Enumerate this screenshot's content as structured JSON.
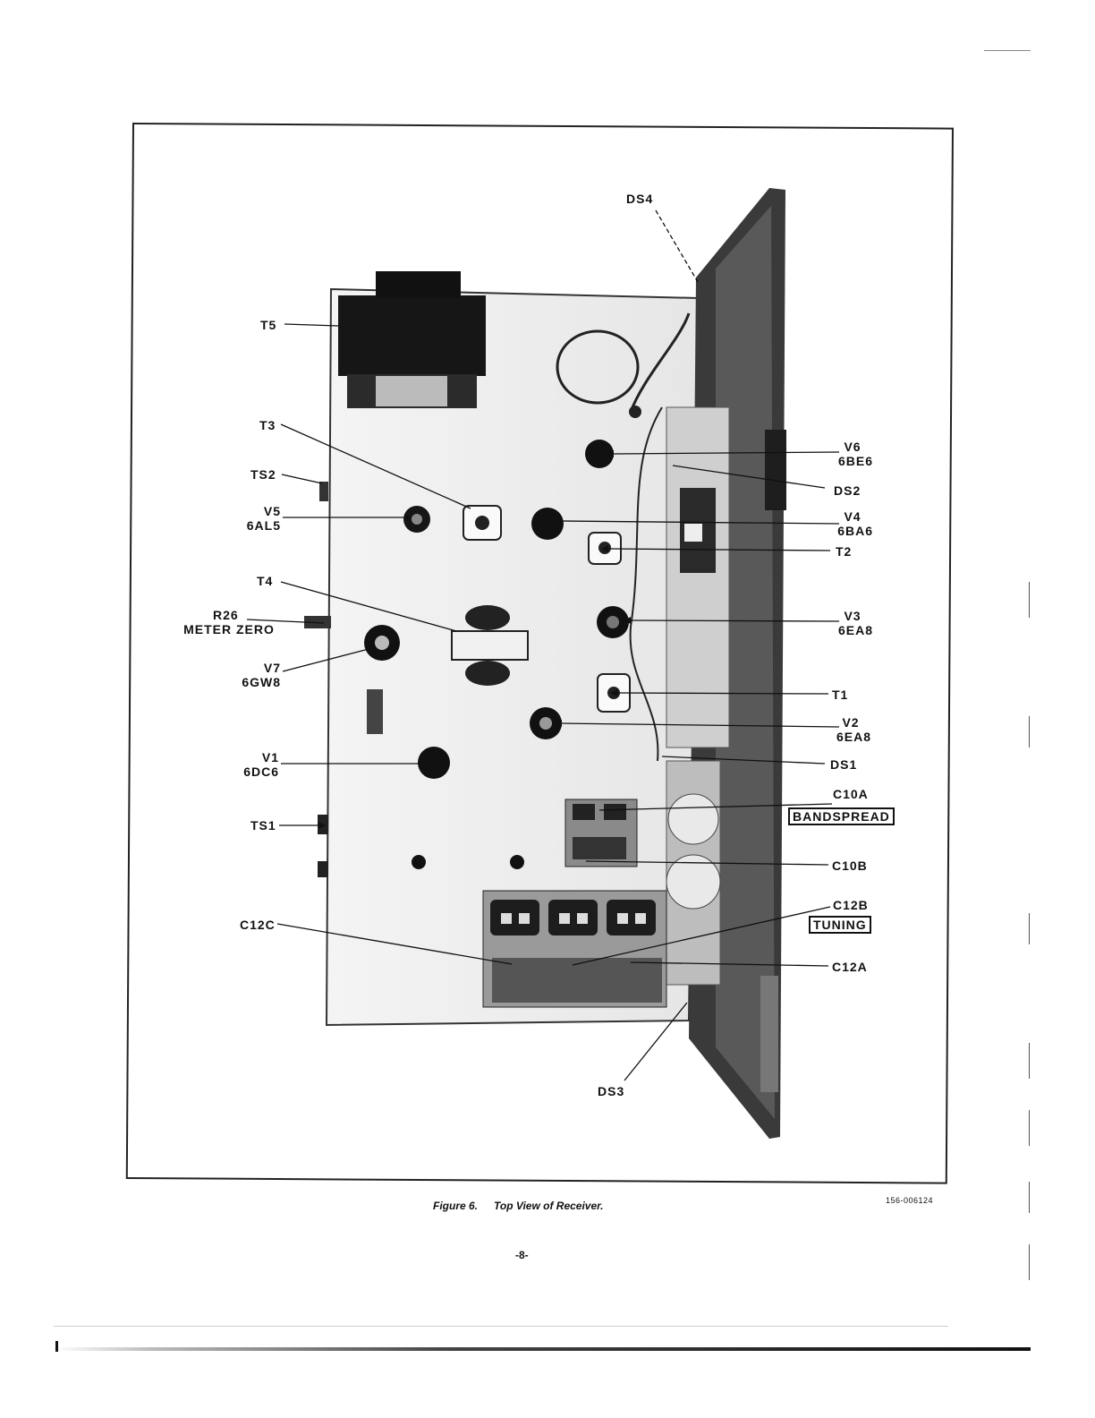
{
  "labels": {
    "ds4": "DS4",
    "t5": "T5",
    "t3": "T3",
    "ts2": "TS2",
    "v5": "V5",
    "v5_type": "6AL5",
    "t4": "T4",
    "r26": "R26",
    "r26_name": "METER ZERO",
    "v7": "V7",
    "v7_type": "6GW8",
    "v1": "V1",
    "v1_type": "6DC6",
    "ts1": "TS1",
    "c12c": "C12C",
    "ds3": "DS3",
    "v6": "V6",
    "v6_type": "6BE6",
    "ds2": "DS2",
    "v4": "V4",
    "v4_type": "6BA6",
    "t2": "T2",
    "v3": "V3",
    "v3_type": "6EA8",
    "t1": "T1",
    "v2": "V2",
    "v2_type": "6EA8",
    "ds1": "DS1",
    "c10a": "C10A",
    "bandspread": "BANDSPREAD",
    "c10b": "C10B",
    "c12b": "C12B",
    "tuning": "TUNING",
    "c12a": "C12A"
  },
  "caption": {
    "figure": "Figure 6.",
    "title": "Top View of Receiver."
  },
  "doc_number": "156-006124",
  "page_number": "-8-"
}
